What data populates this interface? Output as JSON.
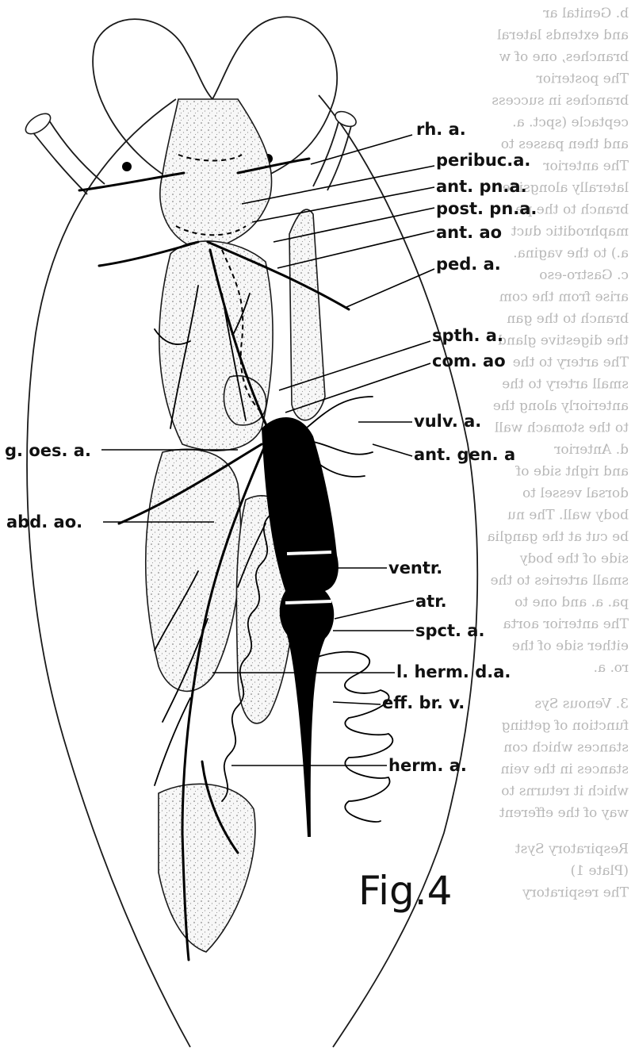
{
  "figure_label": "Fig.4",
  "labels": [
    {
      "key": "rh",
      "text": "rh. a."
    },
    {
      "key": "peribuc",
      "text": "peribuc.a."
    },
    {
      "key": "antpn",
      "text": "ant. pn.a."
    },
    {
      "key": "postpn",
      "text": "post. pn.a."
    },
    {
      "key": "antao",
      "text": "ant. ao"
    },
    {
      "key": "ped",
      "text": "ped. a."
    },
    {
      "key": "spth",
      "text": "spth. a."
    },
    {
      "key": "comao",
      "text": "com. ao"
    },
    {
      "key": "vulv",
      "text": "vulv. a."
    },
    {
      "key": "antgen",
      "text": "ant. gen. a"
    },
    {
      "key": "goes",
      "text": "g. oes. a."
    },
    {
      "key": "abdao",
      "text": "abd. ao."
    },
    {
      "key": "ventr",
      "text": "ventr."
    },
    {
      "key": "atr",
      "text": "atr."
    },
    {
      "key": "spct",
      "text": "spct. a."
    },
    {
      "key": "lherm",
      "text": "l. herm. d.a."
    },
    {
      "key": "effbr",
      "text": "eff. br. v."
    },
    {
      "key": "herm",
      "text": "herm. a."
    }
  ],
  "bleed_text": [
    "b. Genital ar",
    "and extends lateral",
    "branches, one of w",
    "The posterior",
    "branches in success",
    "ceptacle (spct. a.",
    "and then passes to",
    "The anterior",
    "laterally alongside",
    "branch to the pe",
    "maphroditic duct",
    "a.) to the vagina.",
    "c. Gastro-eso",
    "arise from the com",
    "branch to the gan",
    "the digestive gland",
    "The artery to the",
    "small artery to the",
    "anteriorly along the",
    "to the stomach wall",
    "d. Anterior",
    "and right side of",
    "dorsal vessel to",
    "body wall. The nu",
    "be cut at the ganglia",
    "side of the body",
    "small arteries to the",
    "pa. a. and one to",
    "The anterior aorta",
    "either side of the",
    "ro. a.",
    "3. Venous Sys",
    "function of getting",
    "stances which con",
    "stances in the vein",
    "which it returns to",
    "way of the efferent",
    "Respiratory Syst",
    "(Plate 1)",
    "The respiratory"
  ]
}
